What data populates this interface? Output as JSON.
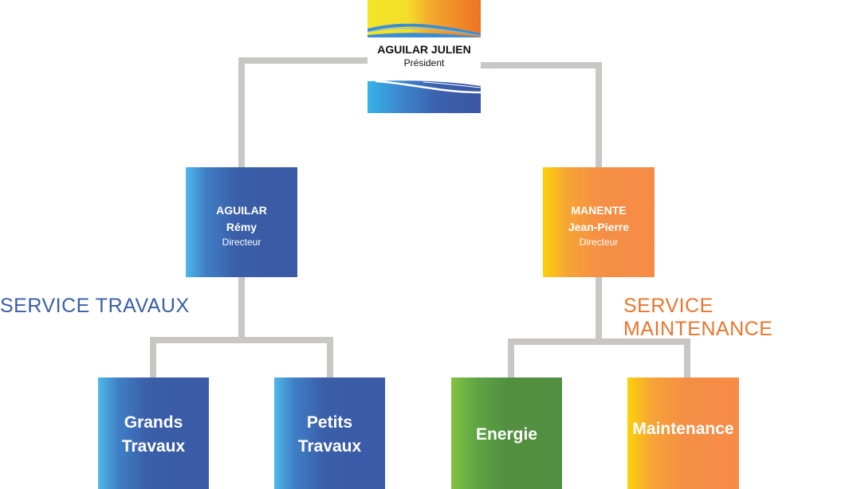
{
  "president": {
    "name": "AGUILAR JULIEN",
    "role": "Président",
    "logo_icon": "company-logo-icon"
  },
  "services": [
    {
      "label": "SERVICE TRAVAUX",
      "color": "#3a5ea8",
      "director": {
        "last_name": "AGUILAR",
        "first_name": "Rémy",
        "role": "Directeur"
      },
      "teams": [
        {
          "line1": "Grands",
          "line2": "Travaux"
        },
        {
          "line1": "Petits",
          "line2": "Travaux"
        }
      ]
    },
    {
      "label": "SERVICE MAINTENANCE",
      "color": "#e8762d",
      "director": {
        "last_name": "MANENTE",
        "first_name": "Jean-Pierre",
        "role": "Directeur"
      },
      "teams": [
        {
          "line1": "Energie"
        },
        {
          "line1": "Maintenance"
        }
      ]
    }
  ],
  "colors": {
    "connector": "#c8c7c5",
    "blue": "#3a5aa6",
    "orange": "#f68b46",
    "green": "#518f41"
  }
}
